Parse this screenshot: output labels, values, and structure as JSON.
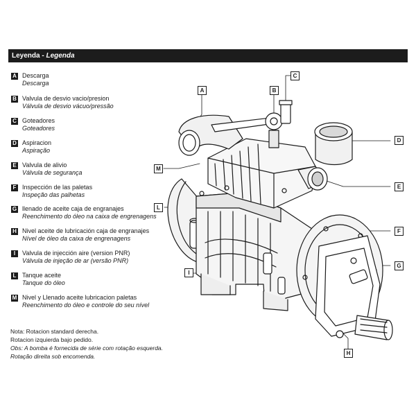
{
  "header": {
    "title": "Leyenda",
    "separator": " - ",
    "title_alt": "Legenda"
  },
  "legend": [
    {
      "key": "A",
      "es": "Descarga",
      "pt": "Descarga"
    },
    {
      "key": "B",
      "es": "Valvula de desvio vacio/presion",
      "pt": "Válvula de desvio vácuo/pressão"
    },
    {
      "key": "C",
      "es": "Goteadores",
      "pt": "Goteadores"
    },
    {
      "key": "D",
      "es": "Aspiracion",
      "pt": "Aspiração"
    },
    {
      "key": "E",
      "es": "Valvula de alivio",
      "pt": "Válvula de segurança"
    },
    {
      "key": "F",
      "es": "Inspección de las paletas",
      "pt": "Inspeção das palhetas"
    },
    {
      "key": "G",
      "es": "llenado de aceite caja de engranajes",
      "pt": "Reenchimento do óleo na caixa de engrenagens"
    },
    {
      "key": "H",
      "es": "Nivel aceite de lubricación caja de engranajes",
      "pt": "Nível de óleo da caixa de engrenagens"
    },
    {
      "key": "I",
      "es": "Valvula de injección aire (version PNR)",
      "pt": "Válvula de injeção de ar (versão PNR)"
    },
    {
      "key": "L",
      "es": "Tanque aceite",
      "pt": "Tanque do óleo"
    },
    {
      "key": "M",
      "es": "Nivel y Llenado aceite lubricacion paletas",
      "pt": "Reenchimento do óleo e controle do seu nível"
    }
  ],
  "notes": {
    "line1": "Nota: Rotacion standard derecha.",
    "line2": "Rotacion izquierda bajo pedido.",
    "line3": "Obs: A bomba é fornecida de série com rotação esquerda.",
    "line4": "Rotação direita sob encomenda."
  },
  "callouts": [
    "A",
    "B",
    "C",
    "D",
    "E",
    "F",
    "G",
    "H",
    "I",
    "L",
    "M"
  ]
}
